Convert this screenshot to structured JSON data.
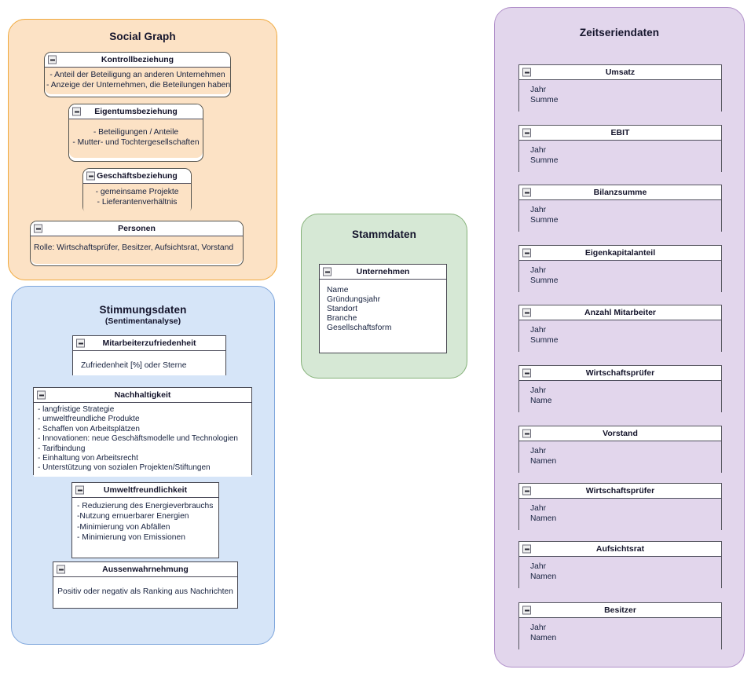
{
  "diagram": {
    "icons": {
      "collapse": "minus-box-icon"
    },
    "colors": {
      "social_fill": "#FCE2C5",
      "social_stroke": "#F0A83B",
      "stimmung_fill": "#D6E5F8",
      "stimmung_stroke": "#7EA6DC",
      "stamm_fill": "#D6E8D5",
      "stamm_stroke": "#84B178",
      "zeit_fill": "#E2D6EC",
      "zeit_stroke": "#B08FC9",
      "node_stroke": "#4d4d5c",
      "node_header_fill": "#ffffff",
      "text": "#16213e"
    }
  },
  "groups": {
    "social": {
      "title": "Social Graph",
      "nodes": [
        {
          "title": "Kontrollbeziehung",
          "lines": [
            "- Anteil der Beteiligung an anderen Unternehmen",
            "- Anzeige der Unternehmen, die Beteilungen haben"
          ]
        },
        {
          "title": "Eigentumsbeziehung",
          "lines": [
            "- Beteiligungen / Anteile",
            "- Mutter- und Tochtergesellschaften"
          ]
        },
        {
          "title": "Geschäftsbeziehung",
          "lines": [
            "- gemeinsame Projekte",
            "- Lieferantenverhältnis"
          ]
        },
        {
          "title": "Personen",
          "lines": [
            "Rolle: Wirtschaftsprüfer, Besitzer, Aufsichtsrat, Vorstand"
          ]
        }
      ]
    },
    "stimmung": {
      "title": "Stimmungsdaten",
      "subtitle": "(Sentimentanalyse)",
      "nodes": [
        {
          "title": "Mitarbeiterzufriedenheit",
          "lines": [
            "Zufriedenheit [%] oder Sterne"
          ]
        },
        {
          "title": "Nachhaltigkeit",
          "lines": [
            "- langfristige Strategie",
            "- umweltfreundliche Produkte",
            "- Schaffen von Arbeitsplätzen",
            "- Innovationen: neue Geschäftsmodelle und Technologien",
            "- Tarifbindung",
            "- Einhaltung von Arbeitsrecht",
            "- Unterstützung von sozialen Projekten/Stiftungen"
          ]
        },
        {
          "title": "Umweltfreundlichkeit",
          "lines": [
            "- Reduzierung des Energieverbrauchs",
            "-Nutzung ernuerbarer Energien",
            "-Minimierung von Abfällen",
            "- Minimierung von Emissionen"
          ]
        },
        {
          "title": "Aussenwahrnehmung",
          "lines": [
            "Positiv oder negativ als Ranking aus Nachrichten"
          ]
        }
      ]
    },
    "stamm": {
      "title": "Stammdaten",
      "nodes": [
        {
          "title": "Unternehmen",
          "lines": [
            "Name",
            "Gründungsjahr",
            "Standort",
            "Branche",
            "Gesellschaftsform"
          ]
        }
      ]
    },
    "zeit": {
      "title": "Zeitseriendaten",
      "nodes": [
        {
          "title": "Umsatz",
          "lines": [
            "Jahr",
            "Summe"
          ]
        },
        {
          "title": "EBIT",
          "lines": [
            "Jahr",
            "Summe"
          ]
        },
        {
          "title": "Bilanzsumme",
          "lines": [
            "Jahr",
            "Summe"
          ]
        },
        {
          "title": "Eigenkapitalanteil",
          "lines": [
            "Jahr",
            "Summe"
          ]
        },
        {
          "title": "Anzahl Mitarbeiter",
          "lines": [
            "Jahr",
            "Summe"
          ]
        },
        {
          "title": "Wirtschaftsprüfer",
          "lines": [
            "Jahr",
            "Name"
          ]
        },
        {
          "title": "Vorstand",
          "lines": [
            "Jahr",
            "Namen"
          ]
        },
        {
          "title": "Wirtschaftsprüfer",
          "lines": [
            "Jahr",
            "Namen"
          ]
        },
        {
          "title": "Aufsichtsrat",
          "lines": [
            "Jahr",
            "Namen"
          ]
        },
        {
          "title": "Besitzer",
          "lines": [
            "Jahr",
            "Namen"
          ]
        }
      ]
    }
  }
}
